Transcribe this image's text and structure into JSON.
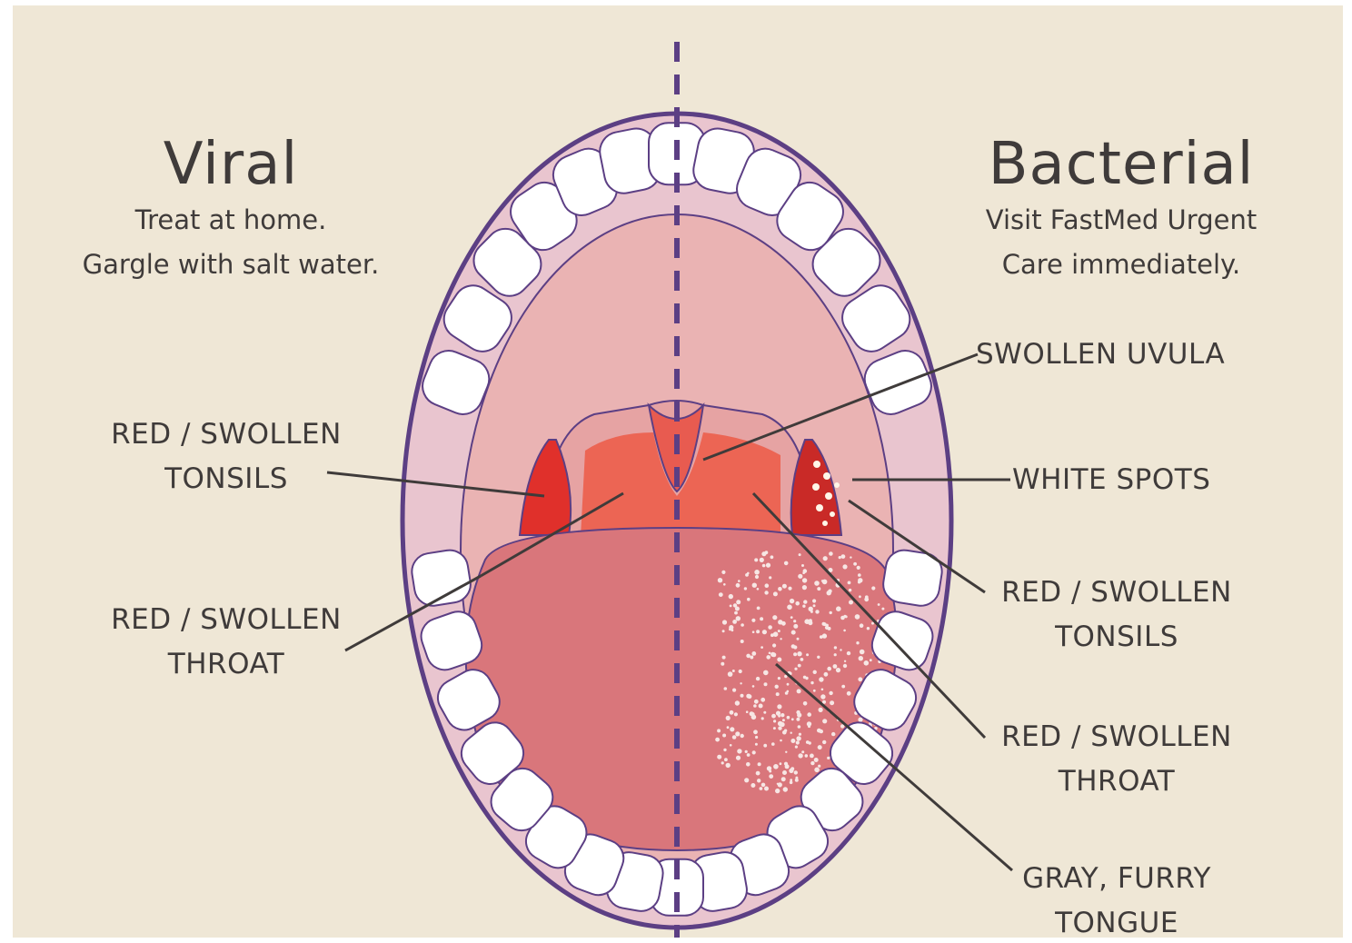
{
  "viral": {
    "title": "Viral",
    "advice_line1": "Treat at home.",
    "advice_line2": "Gargle with salt water."
  },
  "bacterial": {
    "title": "Bacterial",
    "advice_line1": "Visit FastMed Urgent",
    "advice_line2": "Care immediately."
  },
  "labels": {
    "viral_tonsils": [
      "RED / SWOLLEN",
      "TONSILS"
    ],
    "viral_throat": [
      "RED / SWOLLEN",
      "THROAT"
    ],
    "bacterial_uvula": "SWOLLEN UVULA",
    "bacterial_spots": "WHITE SPOTS",
    "bacterial_tonsils": [
      "RED / SWOLLEN",
      "TONSILS"
    ],
    "bacterial_throat": [
      "RED / SWOLLEN",
      "THROAT"
    ],
    "bacterial_tongue": [
      "GRAY, FURRY",
      "TONGUE"
    ]
  },
  "colors": {
    "background": "#efe7d6",
    "text": "#3f3b3a",
    "outline": "#5c3f84",
    "lip": "#e9c5cf",
    "palate": "#eab3b3",
    "tongue": "#d9767b",
    "inflamed": "#e0302b"
  }
}
